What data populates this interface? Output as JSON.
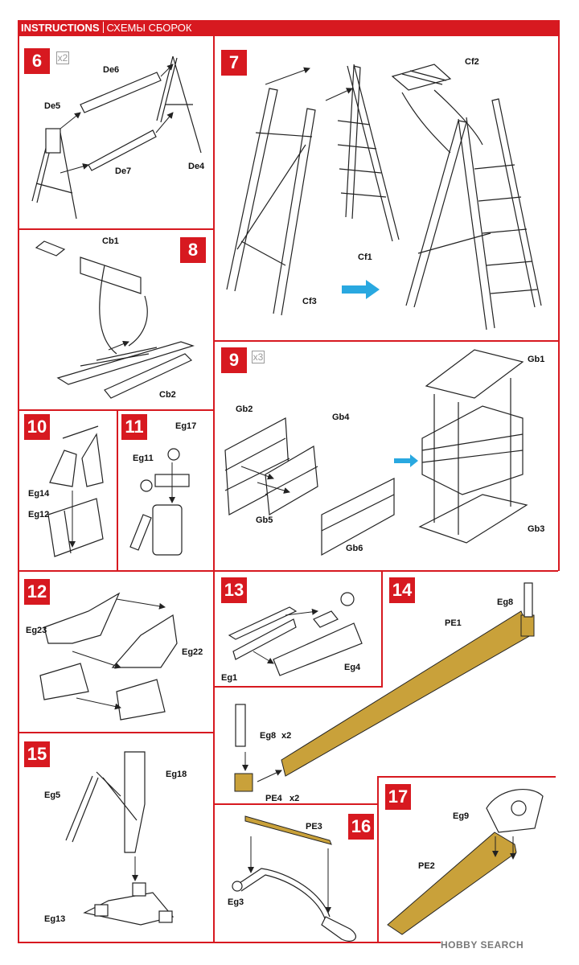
{
  "header": {
    "title_en": "INSTRUCTIONS",
    "title_ru": "СХЕМЫ СБОРОК"
  },
  "steps": [
    {
      "num": "6",
      "mult": "x2"
    },
    {
      "num": "7"
    },
    {
      "num": "8"
    },
    {
      "num": "9",
      "mult": "x3"
    },
    {
      "num": "10"
    },
    {
      "num": "11"
    },
    {
      "num": "12"
    },
    {
      "num": "13"
    },
    {
      "num": "14"
    },
    {
      "num": "15"
    },
    {
      "num": "16"
    },
    {
      "num": "17"
    }
  ],
  "labels": {
    "de6": "De6",
    "de5": "De5",
    "de4": "De4",
    "de7": "De7",
    "cf2": "Cf2",
    "cf1": "Cf1",
    "cf3": "Cf3",
    "cb1": "Cb1",
    "cb2": "Cb2",
    "gb1": "Gb1",
    "gb2": "Gb2",
    "gb3": "Gb3",
    "gb4": "Gb4",
    "gb5": "Gb5",
    "gb6": "Gb6",
    "eg14": "Eg14",
    "eg12": "Eg12",
    "eg17": "Eg17",
    "eg11": "Eg11",
    "eg23": "Eg23",
    "eg22": "Eg22",
    "eg1": "Eg1",
    "eg4": "Eg4",
    "eg8a": "Eg8",
    "pe1": "PE1",
    "eg8b": "Eg8",
    "eg8b_mult": "x2",
    "pe4": "PE4",
    "pe4_mult": "x2",
    "eg5": "Eg5",
    "eg18": "Eg18",
    "eg13": "Eg13",
    "pe3": "PE3",
    "eg3": "Eg3",
    "eg9": "Eg9",
    "pe2": "PE2"
  },
  "watermark": "HOBBY SEARCH",
  "colors": {
    "accent": "#d71920",
    "brass": "#c9a13a",
    "arrow": "#29a8e0"
  }
}
